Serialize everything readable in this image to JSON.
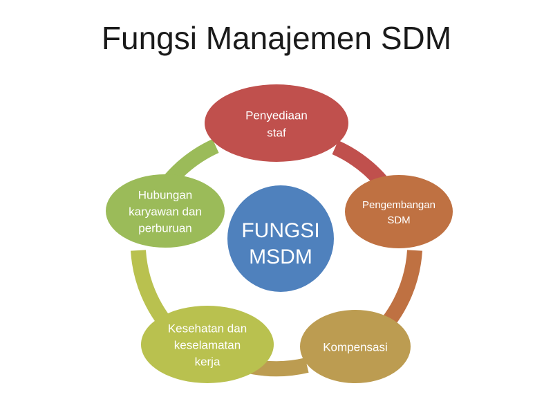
{
  "slide": {
    "title": "Fungsi Manajemen SDM",
    "background_color": "#FFFFFF",
    "title_color": "#1A1A1A"
  },
  "diagram": {
    "type": "cycle",
    "center": {
      "label_line1": "FUNGSI",
      "label_line2": "MSDM",
      "color": "#4F81BD",
      "text_color": "#FFFFFF"
    },
    "nodes": [
      {
        "id": "penyediaan-staf",
        "position": "top",
        "label_lines": [
          "Penyediaan",
          "staf"
        ],
        "color": "#C0504D",
        "arc_color": "#C0504D"
      },
      {
        "id": "pengembangan-sdm",
        "position": "right",
        "label_lines": [
          "Pengembangan",
          "SDM"
        ],
        "color": "#BF7142",
        "arc_color": "#BF7142"
      },
      {
        "id": "kompensasi",
        "position": "bottom-right",
        "label_lines": [
          "Kompensasi"
        ],
        "color": "#BC9C51",
        "arc_color": "#BC9C51"
      },
      {
        "id": "kesehatan-keselamatan-kerja",
        "position": "bottom-left",
        "label_lines": [
          "Kesehatan dan",
          "keselamatan",
          "kerja"
        ],
        "color": "#B9C14F",
        "arc_color": "#B9C14F"
      },
      {
        "id": "hubungan-karyawan-perburuan",
        "position": "left",
        "label_lines": [
          "Hubungan",
          "karyawan dan",
          "perburuan"
        ],
        "color": "#9BBB59",
        "arc_color": "#9BBB59"
      }
    ]
  }
}
